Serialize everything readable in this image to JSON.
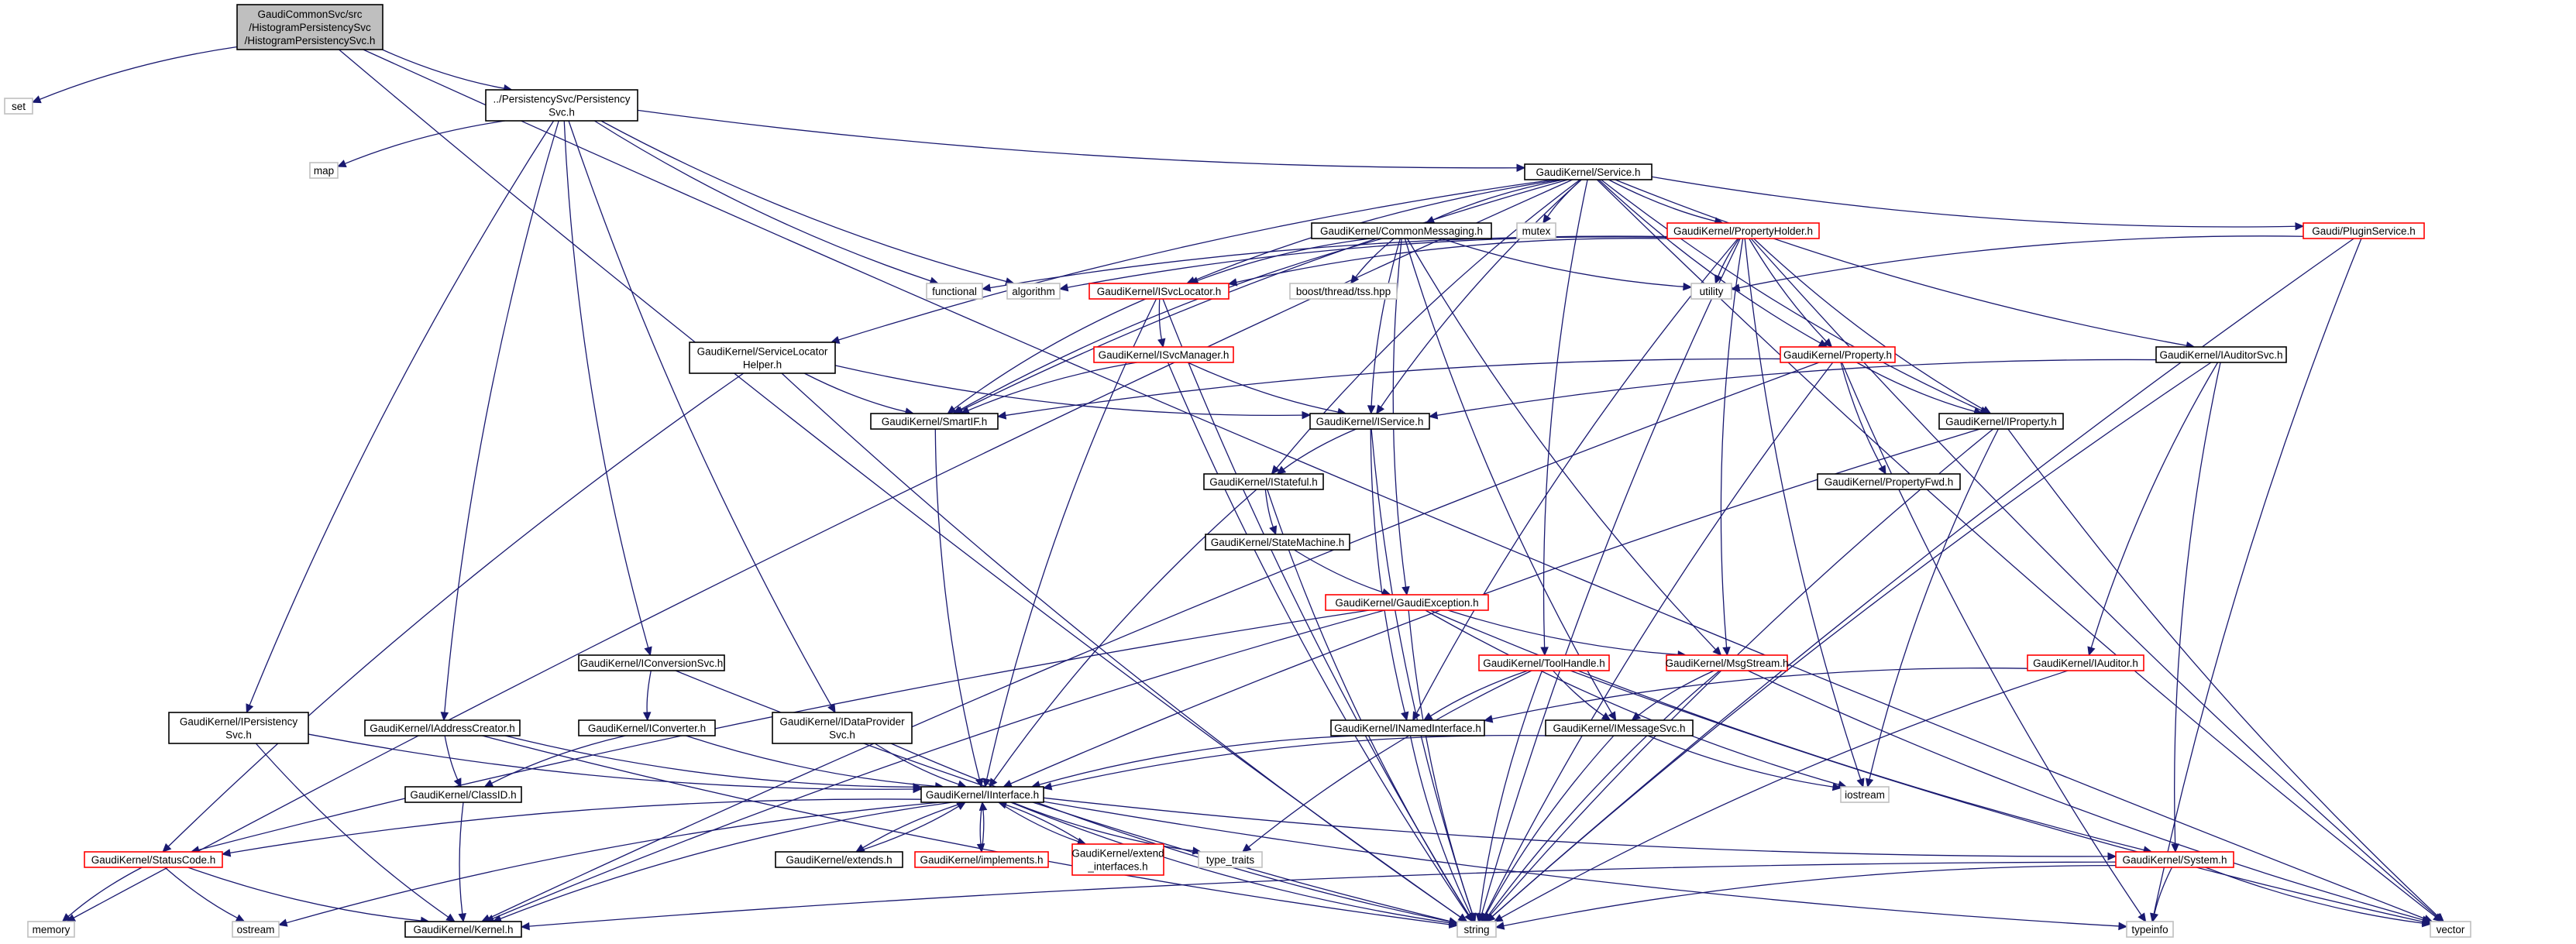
{
  "nodes": {
    "root": [
      "GaudiCommonSvc/src",
      "/HistogramPersistencySvc",
      "/HistogramPersistencySvc.h"
    ],
    "set": [
      "set"
    ],
    "persistencysvc": [
      "../PersistencySvc/Persistency",
      "Svc.h"
    ],
    "map": [
      "map"
    ],
    "service": [
      "GaudiKernel/Service.h"
    ],
    "commonmessaging": [
      "GaudiKernel/CommonMessaging.h"
    ],
    "mutex": [
      "mutex"
    ],
    "propertyholder": [
      "GaudiKernel/PropertyHolder.h"
    ],
    "pluginservice": [
      "Gaudi/PluginService.h"
    ],
    "functional": [
      "functional"
    ],
    "algorithm": [
      "algorithm"
    ],
    "isvclocator": [
      "GaudiKernel/ISvcLocator.h"
    ],
    "tss": [
      "boost/thread/tss.hpp"
    ],
    "utility": [
      "utility"
    ],
    "servicelocatorhelper": [
      "GaudiKernel/ServiceLocator",
      "Helper.h"
    ],
    "isvcmanager": [
      "GaudiKernel/ISvcManager.h"
    ],
    "property": [
      "GaudiKernel/Property.h"
    ],
    "iauditorsvc": [
      "GaudiKernel/IAuditorSvc.h"
    ],
    "smartif": [
      "GaudiKernel/SmartIF.h"
    ],
    "iservice": [
      "GaudiKernel/IService.h"
    ],
    "iproperty": [
      "GaudiKernel/IProperty.h"
    ],
    "propertyfwd": [
      "GaudiKernel/PropertyFwd.h"
    ],
    "istateful": [
      "GaudiKernel/IStateful.h"
    ],
    "statemachine": [
      "GaudiKernel/StateMachine.h"
    ],
    "gaudiexception": [
      "GaudiKernel/GaudiException.h"
    ],
    "iconversionsvc": [
      "GaudiKernel/IConversionSvc.h"
    ],
    "toolhandle": [
      "GaudiKernel/ToolHandle.h"
    ],
    "msgstream": [
      "GaudiKernel/MsgStream.h"
    ],
    "iauditor": [
      "GaudiKernel/IAuditor.h"
    ],
    "ipersistencysvc": [
      "GaudiKernel/IPersistency",
      "Svc.h"
    ],
    "iaddresscreator": [
      "GaudiKernel/IAddressCreator.h"
    ],
    "iconverter": [
      "GaudiKernel/IConverter.h"
    ],
    "idataprovidersvc": [
      "GaudiKernel/IDataProvider",
      "Svc.h"
    ],
    "inamedinterface": [
      "GaudiKernel/INamedInterface.h"
    ],
    "imessagesvc": [
      "GaudiKernel/IMessageSvc.h"
    ],
    "classid": [
      "GaudiKernel/ClassID.h"
    ],
    "iinterface": [
      "GaudiKernel/IInterface.h"
    ],
    "iostream": [
      "iostream"
    ],
    "statuscode": [
      "GaudiKernel/StatusCode.h"
    ],
    "extends": [
      "GaudiKernel/extends.h"
    ],
    "implements": [
      "GaudiKernel/implements.h"
    ],
    "extend_interfaces": [
      "GaudiKernel/extend",
      "_interfaces.h"
    ],
    "type_traits": [
      "type_traits"
    ],
    "system": [
      "GaudiKernel/System.h"
    ],
    "memory": [
      "memory"
    ],
    "ostream": [
      "ostream"
    ],
    "kernel": [
      "GaudiKernel/Kernel.h"
    ],
    "string": [
      "string"
    ],
    "typeinfo": [
      "typeinfo"
    ],
    "vector": [
      "vector"
    ]
  },
  "colors": {
    "edge": "#191970",
    "root_fill": "#bfbfbf",
    "documented_border": "#000000",
    "incomplete_border": "#ff0000",
    "external_border": "#bfbfbf"
  }
}
